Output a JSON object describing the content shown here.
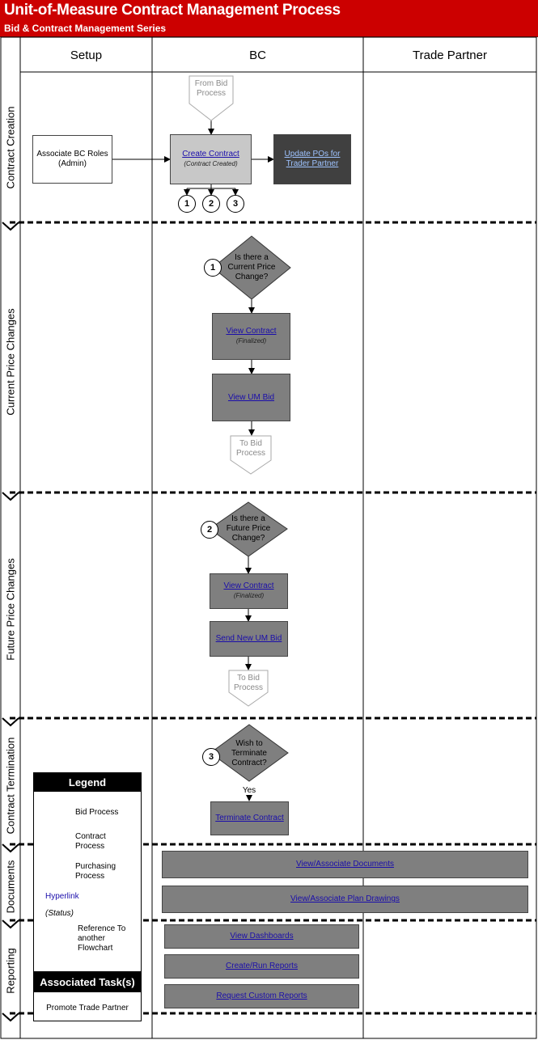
{
  "header": {
    "title": "Unit-of-Measure Contract Management Process",
    "subtitle": "Bid & Contract Management Series"
  },
  "columns": [
    "Setup",
    "BC",
    "Trade Partner"
  ],
  "lanes": [
    "Contract Creation",
    "Current Price Changes",
    "Future Price Changes",
    "Contract Termination",
    "Documents",
    "Reporting"
  ],
  "contract_creation": {
    "from_bid": "From Bid Process",
    "associate_roles": "Associate BC Roles (Admin)",
    "create_contract": "Create Contract",
    "create_contract_status": "(Contract Created)",
    "update_pos": "Update POs for Trader Partner",
    "refs": [
      "1",
      "2",
      "3"
    ]
  },
  "current_price": {
    "ref": "1",
    "decision": "Is there a Current Price Change?",
    "view_contract": "View Contract",
    "view_contract_status": "(Finalized)",
    "view_um_bid": "View UM Bid",
    "to_bid": "To Bid Process"
  },
  "future_price": {
    "ref": "2",
    "decision": "Is there a Future Price Change?",
    "view_contract": "View Contract",
    "view_contract_status": "(Finalized)",
    "send_new_um_bid": "Send New UM Bid",
    "to_bid": "To Bid Process"
  },
  "termination": {
    "ref": "3",
    "decision": "Wish to Terminate Contract?",
    "yes": "Yes",
    "terminate": "Terminate Contract"
  },
  "documents": {
    "associate_documents": "View/Associate Documents",
    "associate_plan_drawings": "View/Associate Plan Drawings"
  },
  "reporting": {
    "dashboards": "View Dashboards",
    "run_reports": "Create/Run Reports",
    "custom_reports": "Request Custom Reports"
  },
  "legend": {
    "title": "Legend",
    "bid_process": "Bid Process",
    "contract_process": "Contract Process",
    "purchasing_process": "Purchasing Process",
    "hyperlink": "Hyperlink",
    "status": "(Status)",
    "reference": "Reference To another Flowchart",
    "associated_title": "Associated Task(s)",
    "associated_task": "Promote Trade Partner"
  },
  "colors": {
    "header": "#cc0000",
    "bid_process": "#c8c8c8",
    "contract_process": "#7f7f7f",
    "purchasing_process": "#404040",
    "hyperlink": "#1a0dab"
  }
}
